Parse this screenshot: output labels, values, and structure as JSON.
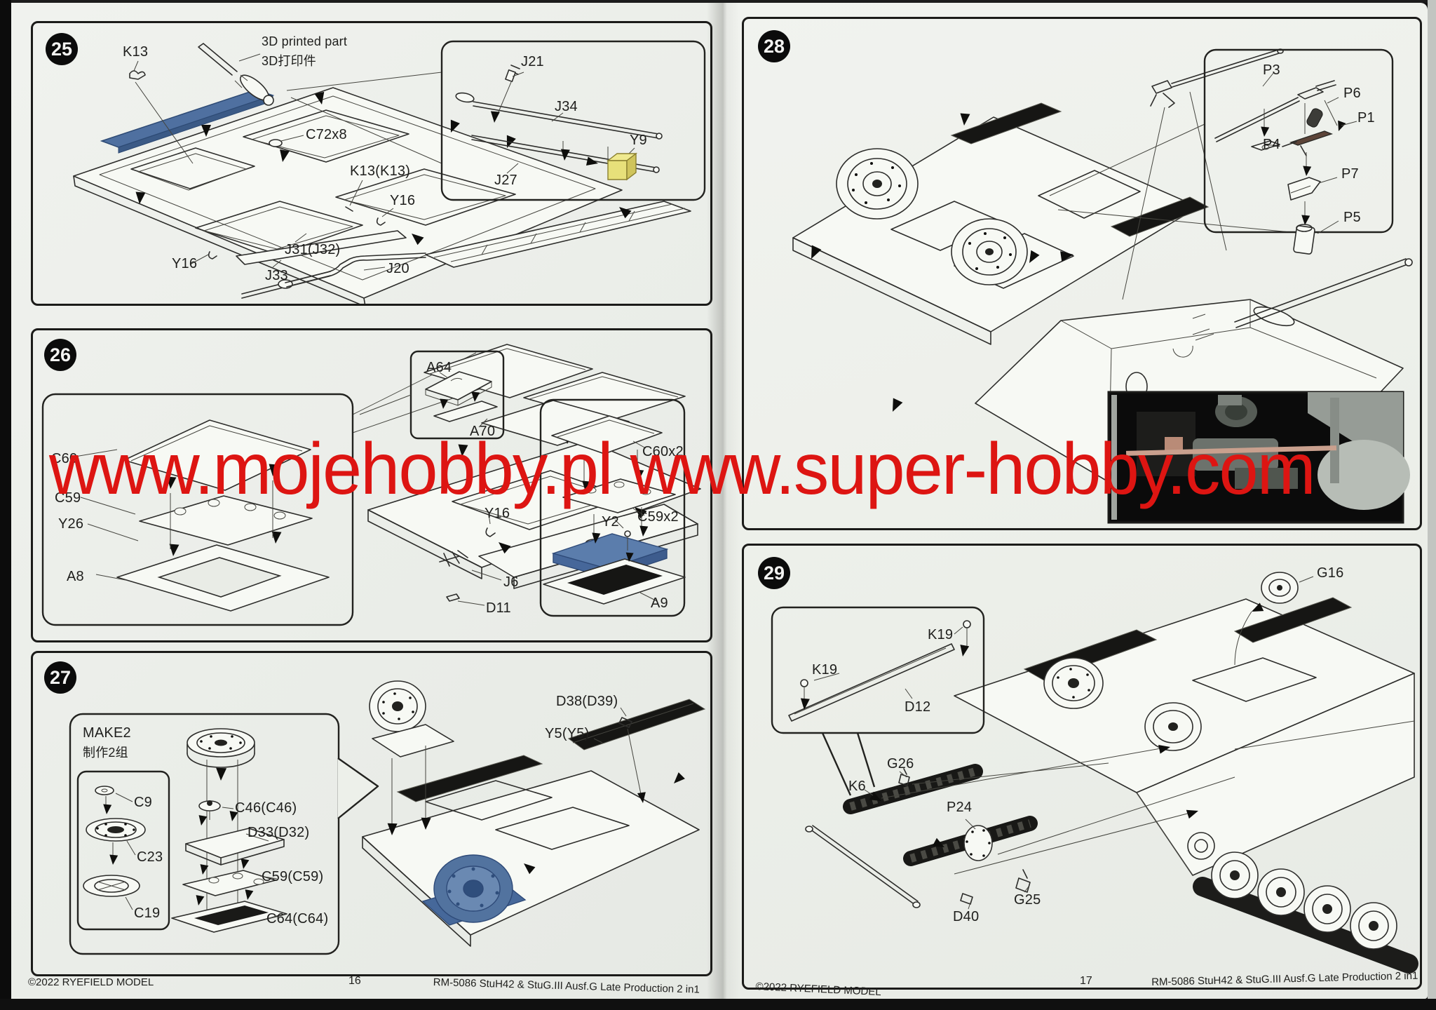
{
  "watermark": {
    "text": "www.mojehobby.pl www.super-hobby.com",
    "color": "#dd1512"
  },
  "colors": {
    "part_blue": "#52739f",
    "part_blue_dark": "#3d5c8d",
    "part_yellow": "#e7e07a",
    "grille_black": "#151514",
    "watermark_red": "#dd1512"
  },
  "footer_left": {
    "copyright": "©2022 RYEFIELD MODEL",
    "page_number": "16",
    "kit_title": "RM-5086 StuH42 & StuG.III Ausf.G Late Production 2 in1"
  },
  "footer_right": {
    "copyright": "©2022 RYEFIELD MODEL",
    "page_number": "17",
    "kit_title": "RM-5086 StuH42 & StuG.III Ausf.G Late Production 2 in1"
  },
  "steps": {
    "s25": {
      "number": "25",
      "note_line1": "3D printed part",
      "note_line2": "3D打印件",
      "labels": {
        "k13": "K13",
        "c72": "C72x8",
        "k13k13": "K13(K13)",
        "y16r": "Y16",
        "j31": "J31(J32)",
        "j33": "J33",
        "y16l": "Y16",
        "j20": "J20"
      },
      "inset": {
        "j21": "J21",
        "j34": "J34",
        "j27": "J27",
        "y9": "Y9"
      }
    },
    "s26": {
      "number": "26",
      "inset1": {
        "c60": "C60",
        "c59": "C59",
        "y26": "Y26",
        "a8": "A8"
      },
      "inset2": {
        "a64": "A64",
        "a70": "A70"
      },
      "inset3": {
        "c60x2": "C60x2",
        "c59x2": "C59x2",
        "y2": "Y2",
        "a9": "A9"
      },
      "labels": {
        "y16": "Y16",
        "j6": "J6",
        "d11": "D11"
      }
    },
    "s27": {
      "number": "27",
      "make_line1": "MAKE2",
      "make_line2": "制作2组",
      "inset": {
        "c9": "C9",
        "c23": "C23",
        "c19": "C19"
      },
      "labels": {
        "c46": "C46(C46)",
        "d33": "D33(D32)",
        "c59": "C59(C59)",
        "c64": "C64(C64)",
        "d38": "D38(D39)",
        "y5": "Y5(Y5)"
      }
    },
    "s28": {
      "number": "28",
      "inset": {
        "p3": "P3",
        "p6": "P6",
        "p1": "P1",
        "p4": "P4",
        "p7": "P7",
        "p5": "P5"
      }
    },
    "s29": {
      "number": "29",
      "inset": {
        "k19a": "K19",
        "k19b": "K19",
        "d12": "D12"
      },
      "labels": {
        "g16": "G16",
        "g26": "G26",
        "k6": "K6",
        "p24": "P24",
        "g25": "G25",
        "d40": "D40"
      }
    }
  }
}
